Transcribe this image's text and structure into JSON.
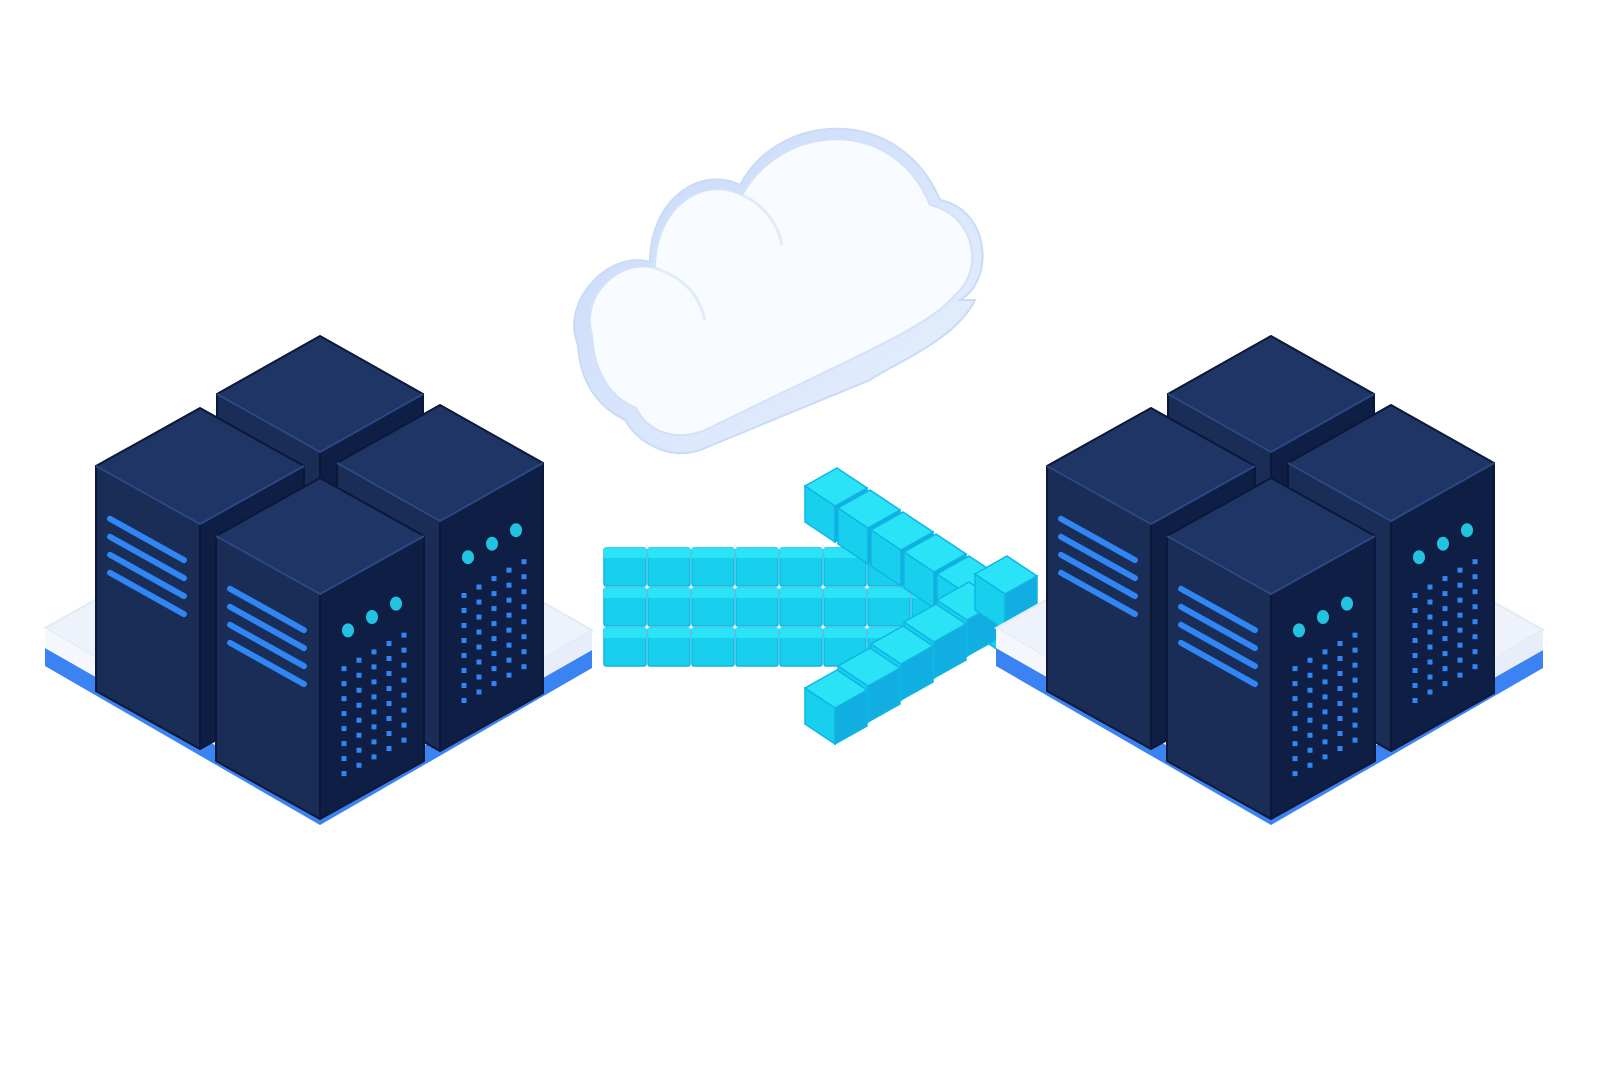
{
  "illustration": {
    "theme": "server migration via cloud",
    "elements": [
      {
        "id": "source-server-cluster",
        "icon": "server-rack-icon",
        "count": 4
      },
      {
        "id": "cloud",
        "icon": "cloud-icon"
      },
      {
        "id": "transfer-arrow",
        "icon": "arrow-right-icon"
      },
      {
        "id": "destination-server-cluster",
        "icon": "server-rack-icon",
        "count": 4
      }
    ]
  },
  "colors": {
    "background": "#ffffff",
    "server_top": "#1f3566",
    "server_left": "#1a2d57",
    "server_right": "#0f1e44",
    "server_stripe": "#2f86f4",
    "server_led": "#22c3e0",
    "platform_top": "#eef3fb",
    "platform_edge": "#3b82f2",
    "arrow_top": "#2be3f7",
    "arrow_front": "#19cfee",
    "arrow_side": "#11aee2",
    "cloud_face": "#f8fbff",
    "cloud_side": "#dce8fb",
    "cloud_outline": "#c9dbf5"
  }
}
